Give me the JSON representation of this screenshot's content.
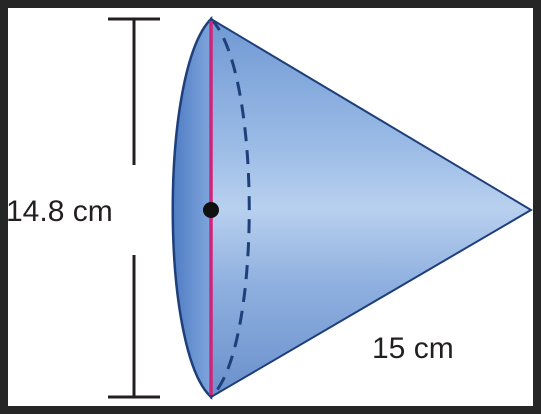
{
  "diagram": {
    "shape": "cone",
    "diameter_label": "14.8 cm",
    "slant_height_label": "15 cm",
    "colors": {
      "cone_fill": "#8fb3e2",
      "cone_edge": "#1f3f7a",
      "diameter_line": "#d0247a",
      "center_dot": "#111111",
      "dimension_line": "#231f20"
    }
  }
}
